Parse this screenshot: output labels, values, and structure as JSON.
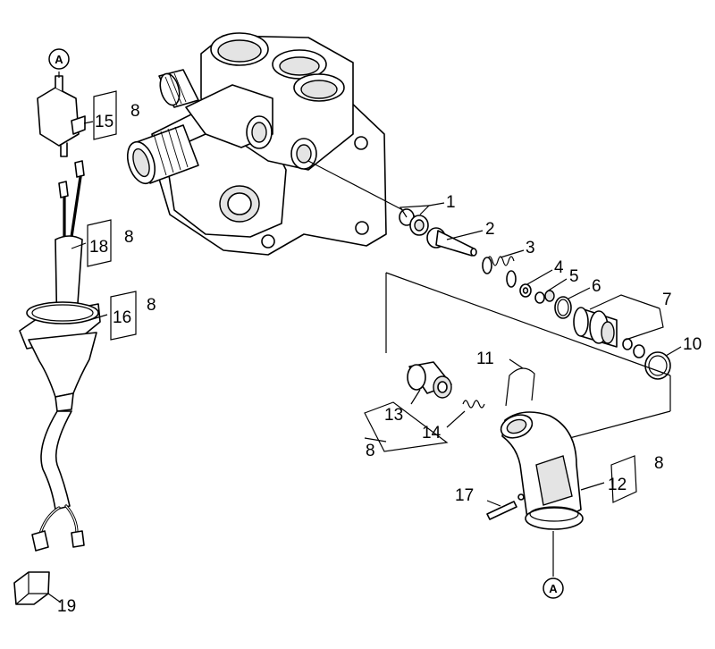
{
  "callouts": {
    "c1": "1",
    "c2": "2",
    "c3": "3",
    "c4": "4",
    "c5": "5",
    "c6": "6",
    "c7": "7",
    "c8_lower": "8",
    "c10": "10",
    "c11": "11",
    "c12": "12",
    "c12_qty": "8",
    "c13": "13",
    "c14": "14",
    "c15": "15",
    "c15_qty": "8",
    "c16": "16",
    "c16_qty": "8",
    "c17": "17",
    "c18": "18",
    "c18_qty": "8",
    "c19": "19"
  },
  "connector_marks": {
    "top": "A",
    "bottom": "A"
  },
  "colors": {
    "line": "#000000",
    "fill": "#ffffff",
    "shade": "#e4e4e4"
  }
}
